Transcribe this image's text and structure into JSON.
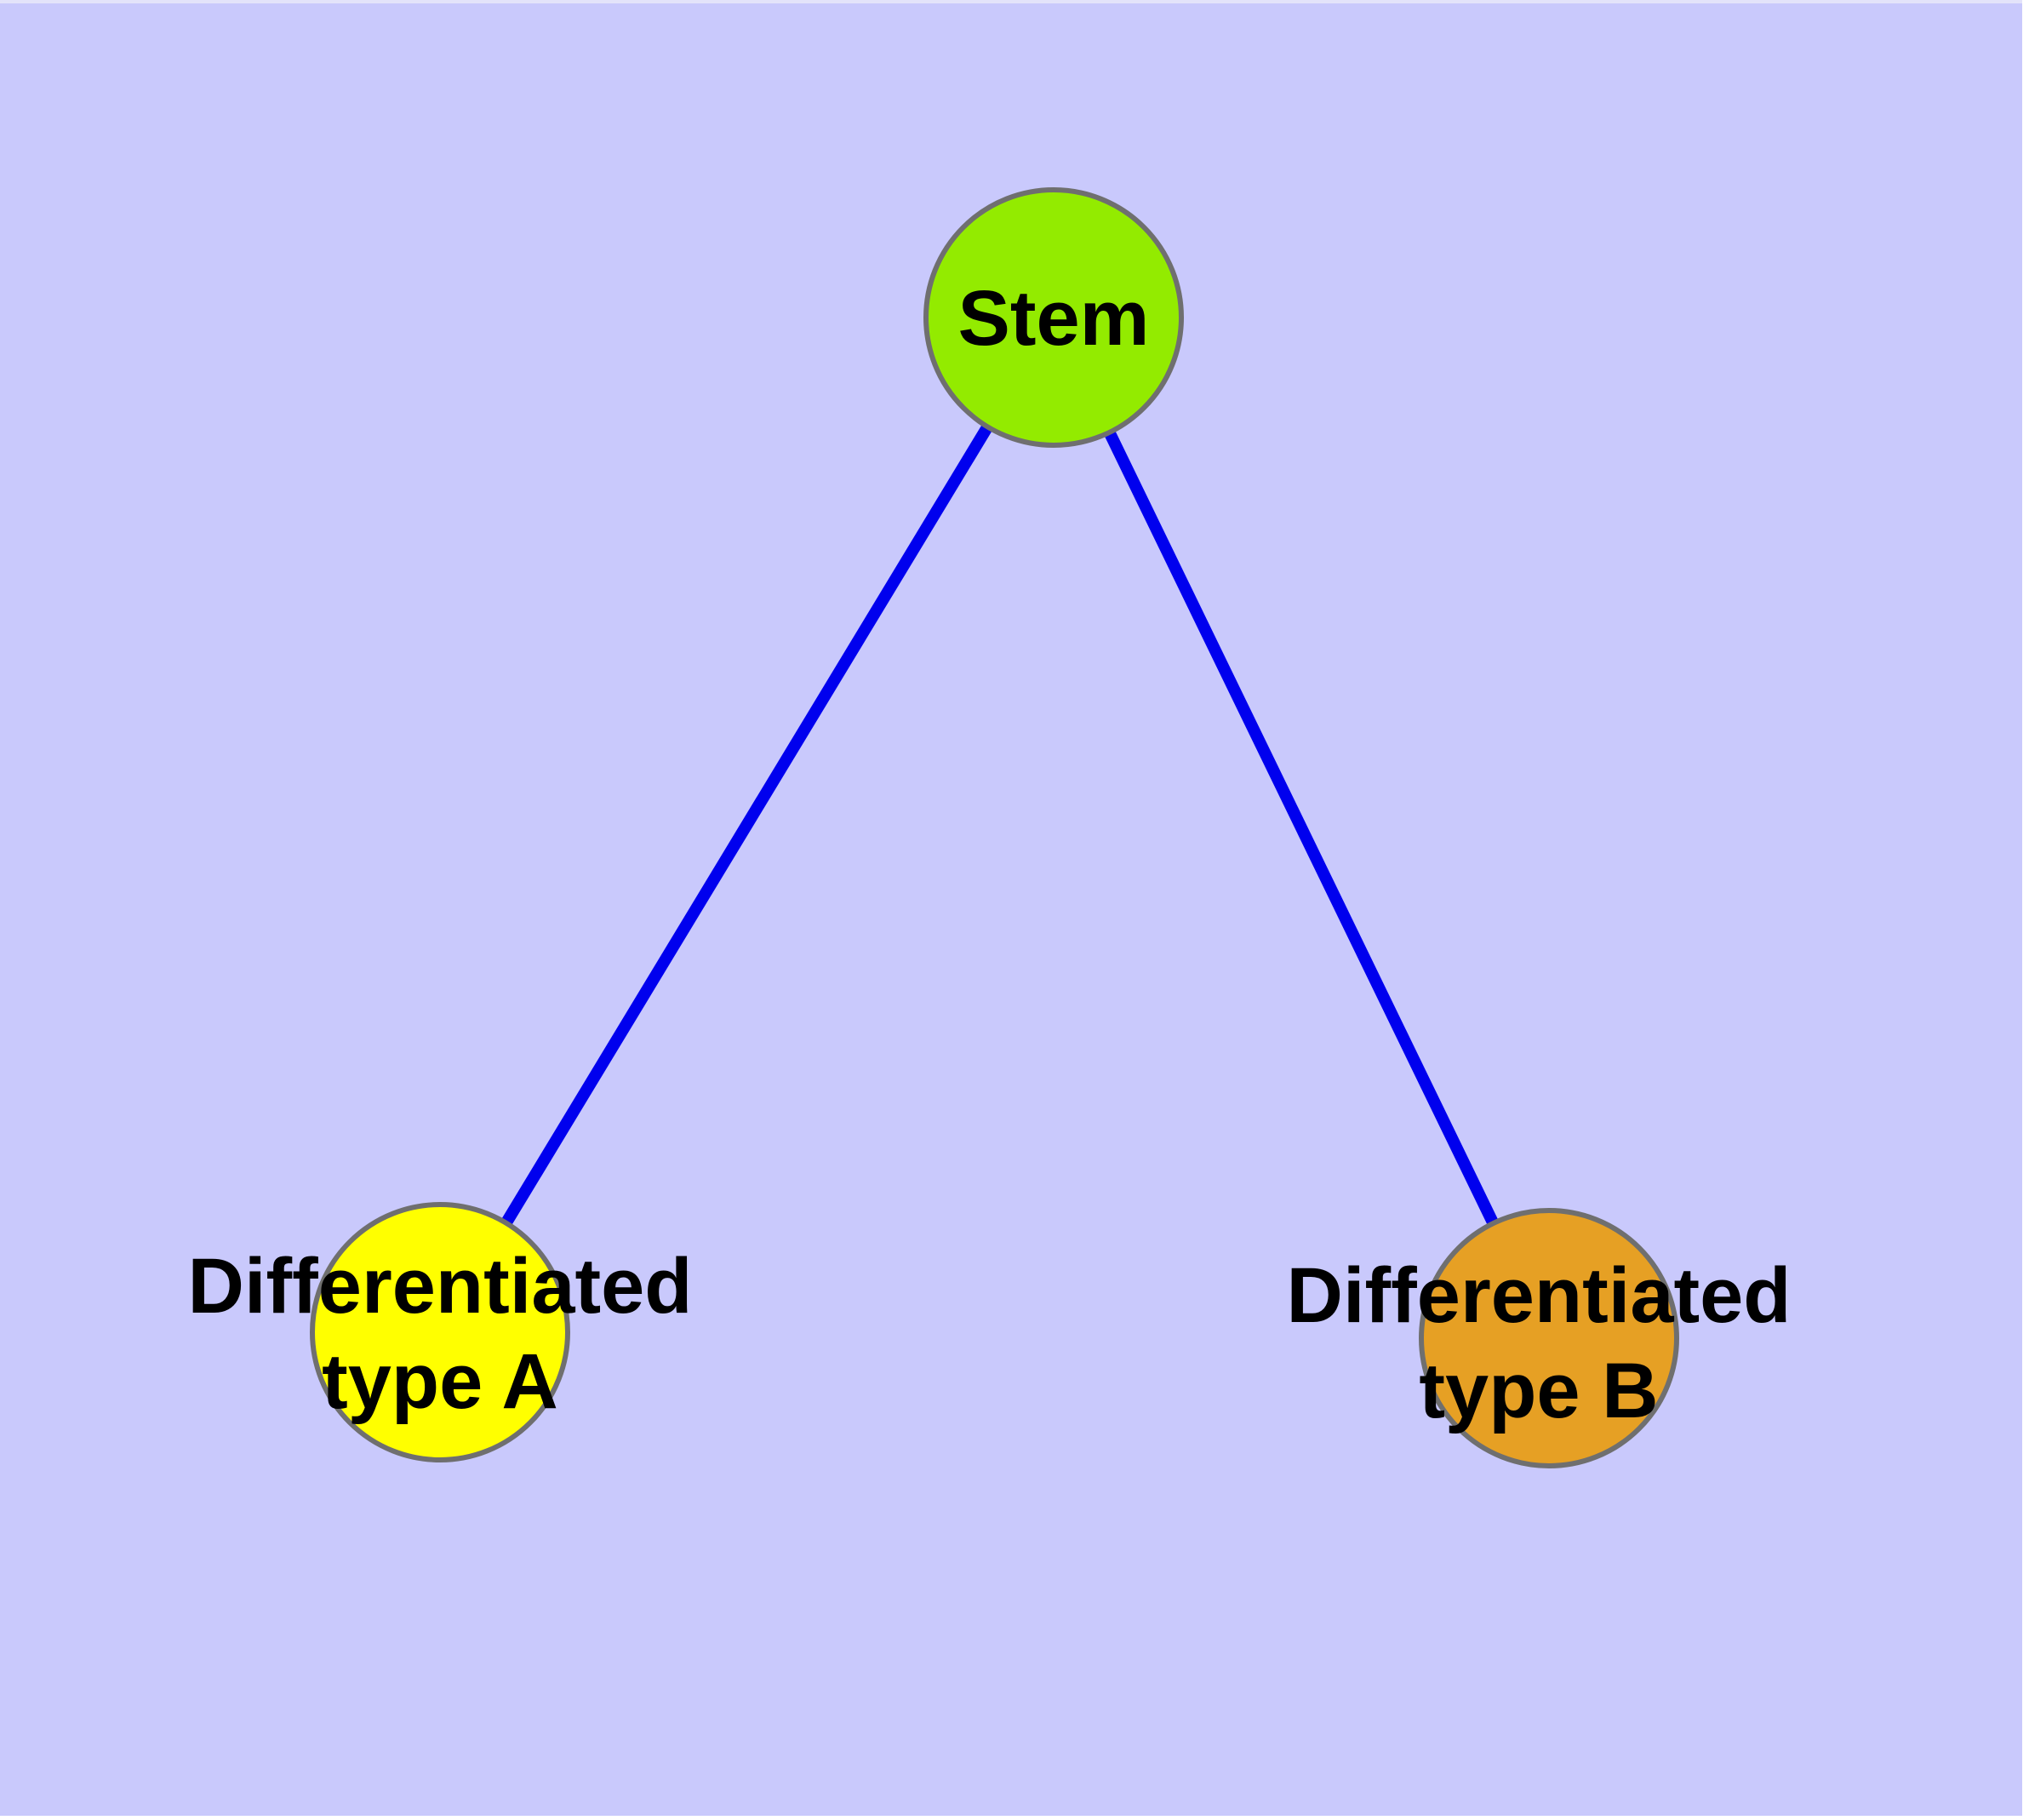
{
  "diagram": {
    "type": "node-link-graph",
    "background_color": "#C9C9FC",
    "page_color": "#FFFFFF",
    "top_edge_highlight_color": "#E3E3FA",
    "edge_color": "#0000EE",
    "node_border_color": "#6F6F6F",
    "label_color": "#000000",
    "nodes": {
      "stem": {
        "label": "Stem",
        "color": "#93EB00"
      },
      "type_a": {
        "label": "Differentiated\ntype A",
        "color": "#FFFF00"
      },
      "type_b": {
        "label": "Differentiated\ntype B",
        "color": "#E6A024"
      }
    },
    "edges": [
      {
        "from": "Stem",
        "to": "Differentiated type A"
      },
      {
        "from": "Stem",
        "to": "Differentiated type B"
      }
    ]
  }
}
